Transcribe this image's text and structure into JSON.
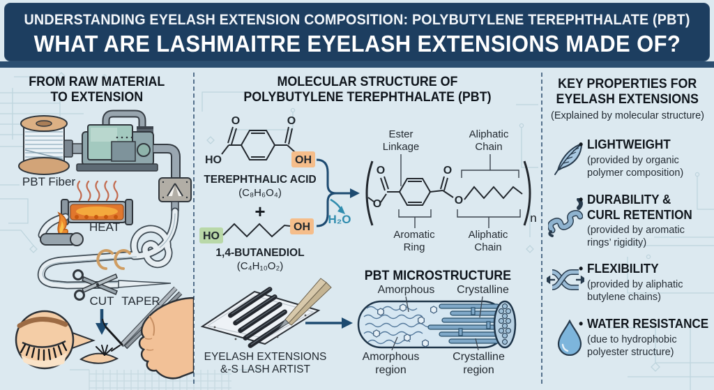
{
  "header": {
    "line1": "UNDERSTANDING EYELASH EXTENSION COMPOSITION: POLYBUTYLENE TEREPHTHALATE (PBT)",
    "line2": "WHAT ARE LASHMAITRE EYELASH EXTENSIONS MADE OF?"
  },
  "left": {
    "title": "FROM RAW MATERIAL\nTO EXTENSION",
    "pbt_fiber_label": "PBT Fiber",
    "heat_label": "HEAT",
    "cut_label": "CUT",
    "taper_label": "TAPER"
  },
  "middle": {
    "title": "MOLECULAR STRUCTURE OF\nPOLYBUTYLENE TEREPHTHALATE (PBT)",
    "terephthalic_name": "TEREPHTHALIC ACID",
    "terephthalic_formula": "(C₈H₆O₄)",
    "plus": "+",
    "butanediol_name": "1,4-BUTANEDIOL",
    "butanediol_formula": "(C₄H₁₀O₂)",
    "water": "H₂O",
    "atom_o": "O",
    "atom_ho": "HO",
    "atom_oh": "OH",
    "repeat_n": "n",
    "ester_linkage_label": "Ester\nLinkage",
    "aliphatic_top_label": "Aliphatic\nChain",
    "aromatic_label": "Aromatic\nRing",
    "aliphatic_bottom_label": "Aliphatic\nChain",
    "micro_title": "PBT MICROSTRUCTURE",
    "amorphous_label": "Amorphous",
    "crystalline_label": "Crystalline",
    "amorphous_region_label": "Amorphous\nregion",
    "crystalline_region_label": "Crystalline\nregion",
    "tray_label": "EYELASH EXTENSIONS\n&-S LASH ARTIST"
  },
  "right": {
    "title": "KEY PROPERTIES FOR\nEYELASH EXTENSIONS",
    "subtitle": "(Explained by molecular structure)",
    "items": [
      {
        "bullet": "•",
        "icon": "feather-icon",
        "title": "LIGHTWEIGHT",
        "desc": "(provided by organic\npolymer composition)"
      },
      {
        "bullet": "•",
        "icon": "curl-icon",
        "title": "DURABILITY &\nCURL RETENTION",
        "desc": "(provided by aromatic\nrings’ rigidity)"
      },
      {
        "bullet": "•",
        "icon": "flex-icon",
        "title": "FLEXIBILITY",
        "desc": "(provided by aliphatic\nbutylene chains)"
      },
      {
        "bullet": "•",
        "icon": "water-drop-icon",
        "title": "WATER RESISTANCE",
        "desc": "(due to hydrophobic\npolyester structure)"
      }
    ]
  },
  "colors": {
    "header_bg": "#1d3e60",
    "body_bg": "#dce9f0",
    "highlight_orange": "#f5bd8a",
    "highlight_green": "#b9d8a8",
    "arrow_navy": "#1d4a70",
    "water_teal": "#2f8cae",
    "icon_blue": "#a9c9e2"
  }
}
